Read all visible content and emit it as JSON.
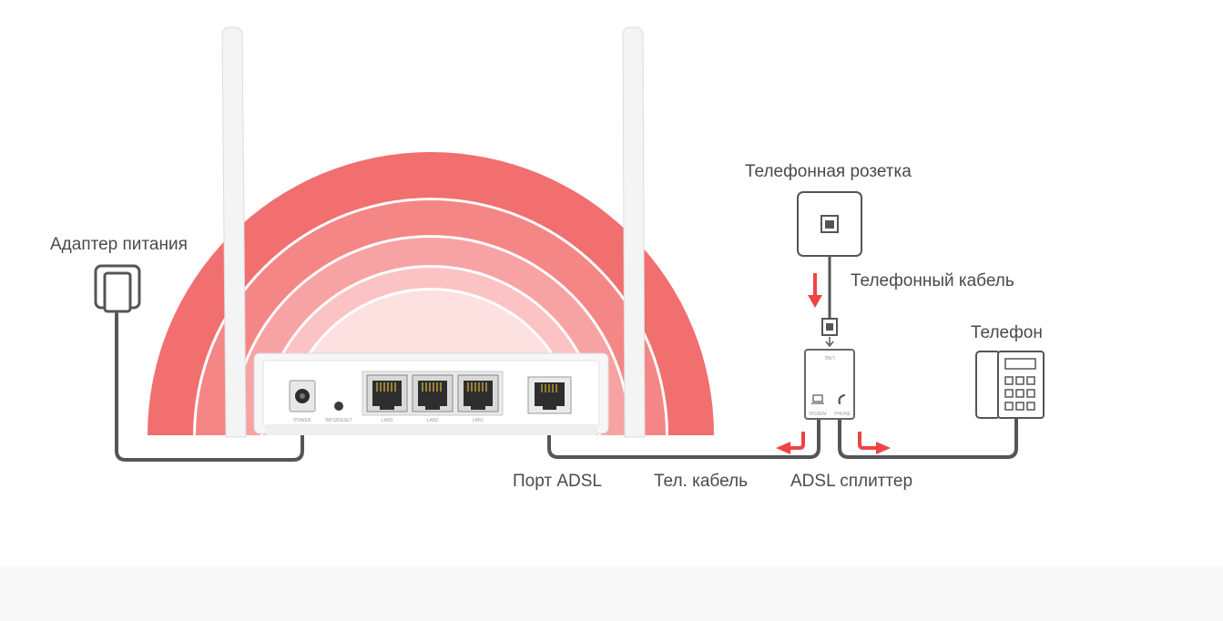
{
  "labels": {
    "power_adapter": "Адаптер питания",
    "phone_jack": "Телефонная розетка",
    "phone_cable": "Телефонный кабель",
    "phone": "Телефон",
    "adsl_port": "Порт ADSL",
    "tel_cable": "Тел. кабель",
    "adsl_splitter": "ADSL сплиттер"
  },
  "router_ports": {
    "power": "POWER",
    "wps_reset": "WPS/RESET",
    "lan3": "LAN3",
    "lan2": "LAN2",
    "lan1": "LAN1"
  },
  "splitter_ports": {
    "line": "LINE",
    "modem": "MODEM",
    "phone": "PHONE"
  },
  "colors": {
    "arc_outer": "#f16f6f",
    "arc_2": "#f58686",
    "arc_3": "#f8a3a3",
    "arc_4": "#fbc3c3",
    "arc_inner": "#fde0e0",
    "cable": "#555555",
    "arrow": "#ee4444",
    "footer": "#f8f8f8"
  }
}
